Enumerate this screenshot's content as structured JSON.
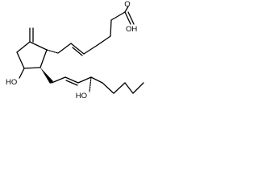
{
  "structure": {
    "labels": {
      "acid_oxygen": "O",
      "acid_hydroxyl": "OH",
      "ring_hydroxyl": "HO",
      "chain_hydroxyl": "HO"
    }
  }
}
